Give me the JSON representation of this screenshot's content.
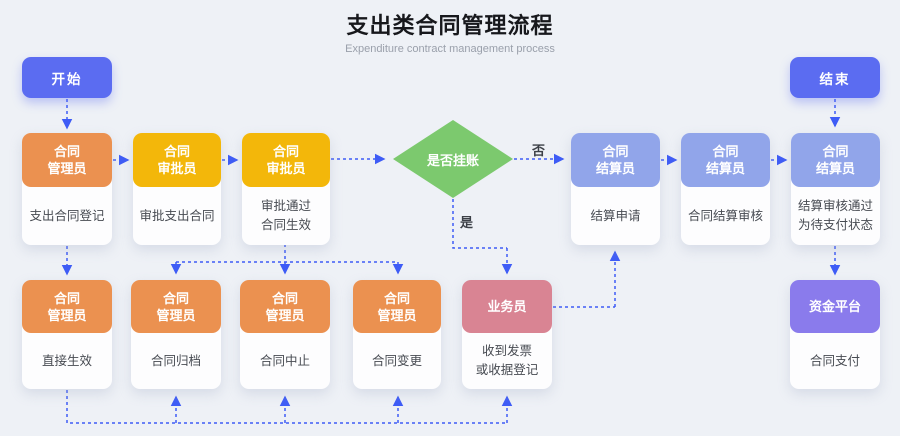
{
  "header": {
    "title": "支出类合同管理流程",
    "subtitle": "Expenditure contract management process"
  },
  "terminals": {
    "start": "开始",
    "end": "结束"
  },
  "decision": {
    "label": "是否挂账",
    "no_label": "否",
    "yes_label": "是"
  },
  "nodes": {
    "register": {
      "role": "合同\n管理员",
      "task": "支出合同登记"
    },
    "approve": {
      "role": "合同\n审批员",
      "task": "审批支出合同"
    },
    "approved": {
      "role": "合同\n审批员",
      "task": "审批通过\n合同生效"
    },
    "settle_apply": {
      "role": "合同\n结算员",
      "task": "结算申请"
    },
    "settle_review": {
      "role": "合同\n结算员",
      "task": "合同结算审核"
    },
    "settle_passed": {
      "role": "合同\n结算员",
      "task": "结算审核通过\n为待支付状态"
    },
    "effective": {
      "role": "合同\n管理员",
      "task": "直接生效"
    },
    "archive": {
      "role": "合同\n管理员",
      "task": "合同归档"
    },
    "terminate": {
      "role": "合同\n管理员",
      "task": "合同中止"
    },
    "change": {
      "role": "合同\n管理员",
      "task": "合同变更"
    },
    "clerk": {
      "role": "业务员",
      "task": "收到发票\n或收据登记"
    },
    "fund": {
      "role": "资金平台",
      "task": "合同支付"
    }
  },
  "colors": {
    "background": "#eef1f6",
    "terminal_blue": "#5b6cf1",
    "role_orange": "#eb9150",
    "role_yellow": "#f3b70a",
    "role_periwinkle": "#91a5ea",
    "role_rose": "#d98493",
    "role_purple": "#8a7bec",
    "decision_green": "#7cc96e",
    "arrow_blue": "#3e5cf6",
    "card_body": "#fdfdfe",
    "title_text": "#17181c",
    "subtitle_text": "#9aa0ab",
    "task_text": "#474b52"
  }
}
